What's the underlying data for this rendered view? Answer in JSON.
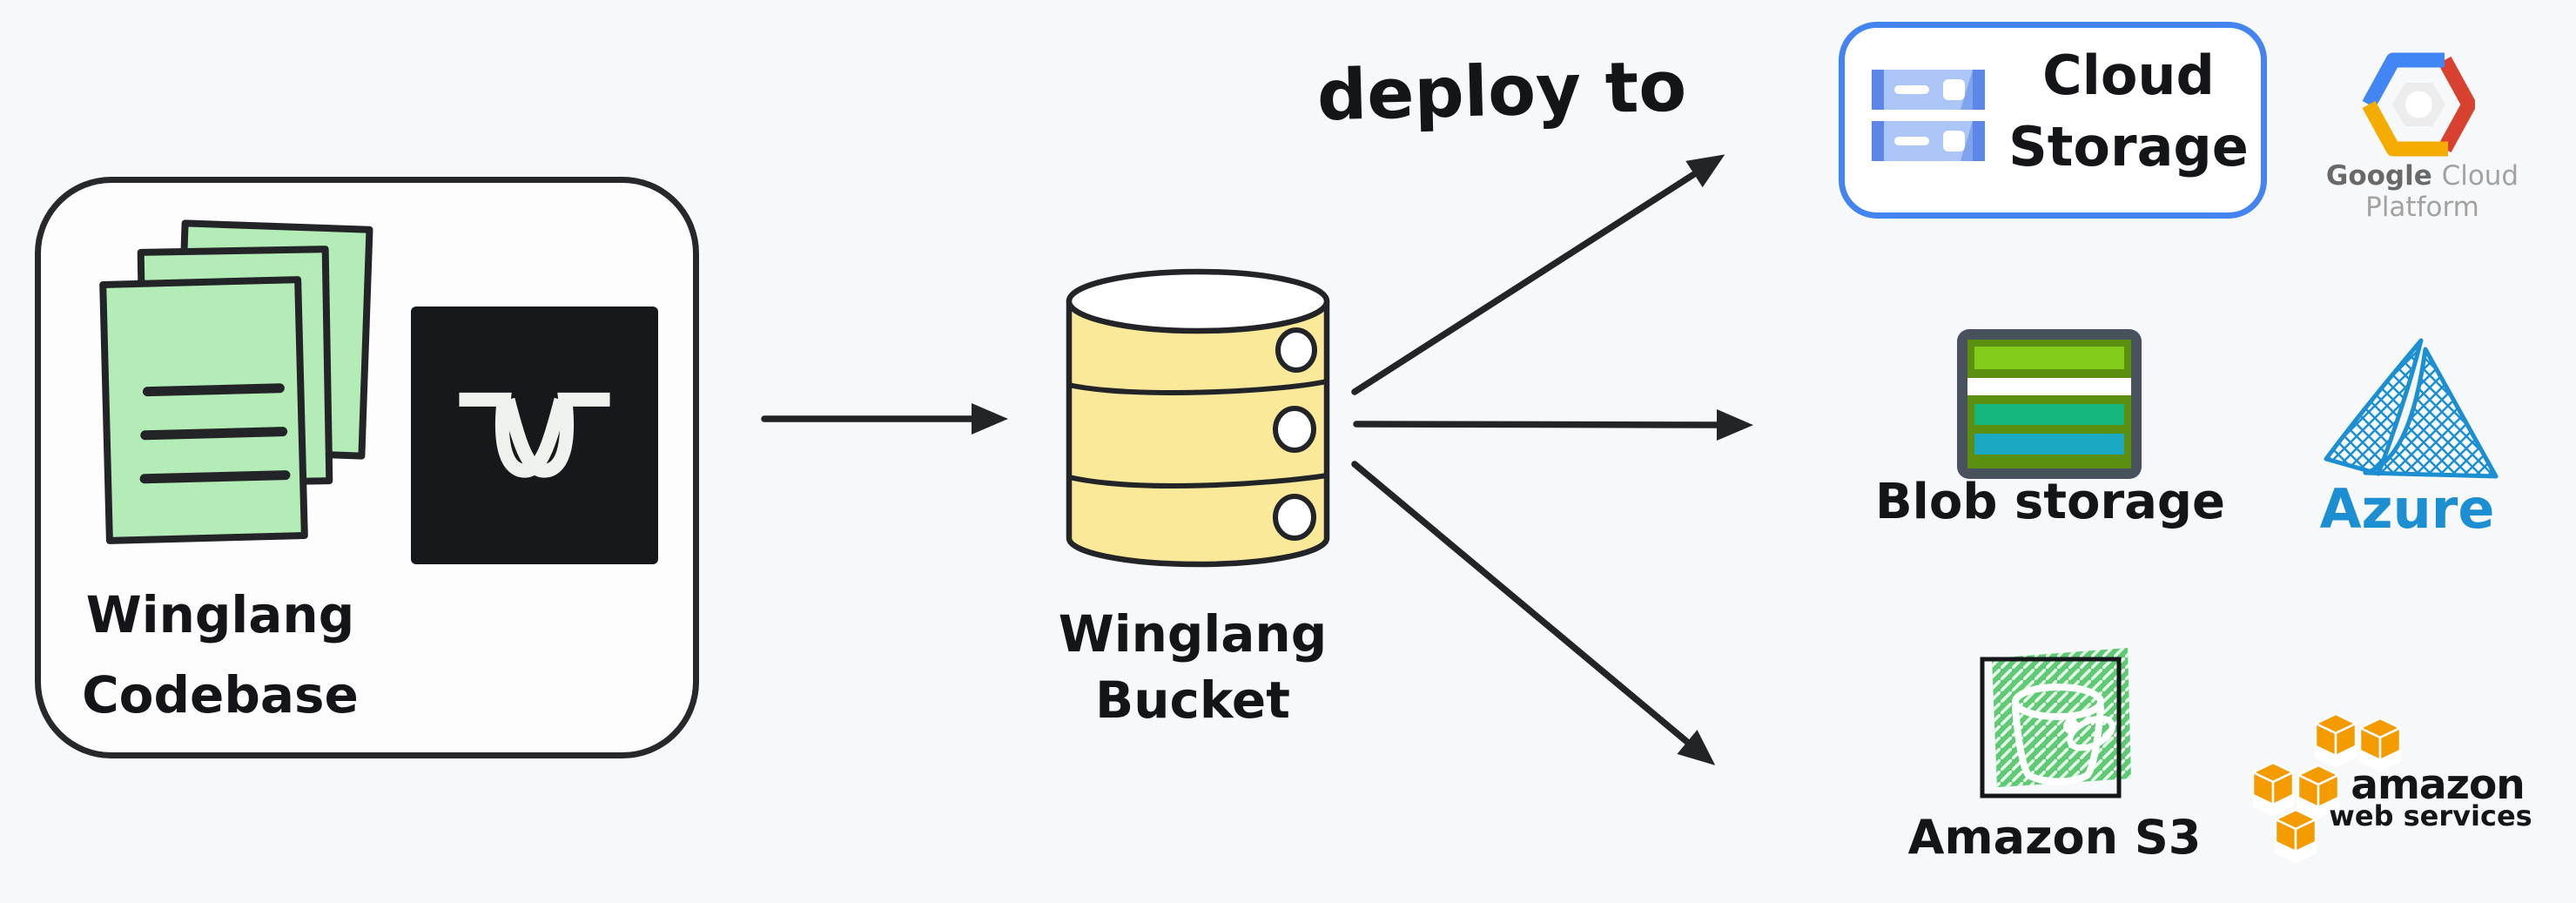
{
  "colors": {
    "canvas-bg": "#f7f8fa",
    "ink": "#232428",
    "box-bg": "#fdfdfe",
    "page-green": "#b3ecb6",
    "wing-dark": "#16191c",
    "wing-white": "#eef2ec",
    "bucket-yellow": "#fbe99a",
    "gcs-border-blue": "#4384f0",
    "gcs-bar-light": "#abc6f6",
    "gcs-bar-dark": "#5d87e6",
    "gcp-blue": "#4285f4",
    "gcp-red": "#d8402f",
    "gcp-yellow": "#f5ac00",
    "gcp-inner": "#ececec",
    "google-gray": "#696969",
    "platform-gray": "#a2a2a2",
    "blob-frame": "#49515c",
    "blob-olive": "#5a8f10",
    "blob-green": "#83cc1c",
    "blob-teal": "#17b67c",
    "blob-blue": "#1aa8c2",
    "azure-blue": "#1b8fd1",
    "s3-green": "#5ecb74",
    "aws-orange": "#f49b00"
  },
  "codebase": {
    "label_line1": "Winglang",
    "label_line2": "Codebase"
  },
  "bucket": {
    "label_line1": "Winglang",
    "label_line2": "Bucket"
  },
  "flow": {
    "deploy_label": "deploy to"
  },
  "gcp": {
    "box_label_line1": "Cloud",
    "box_label_line2": "Storage",
    "brand_primary": "Google",
    "brand_secondary": "Cloud Platform"
  },
  "azure": {
    "service_label": "Blob storage",
    "brand_label": "Azure"
  },
  "aws": {
    "service_label": "Amazon S3",
    "brand_line1": "amazon",
    "brand_line2": "web services"
  }
}
